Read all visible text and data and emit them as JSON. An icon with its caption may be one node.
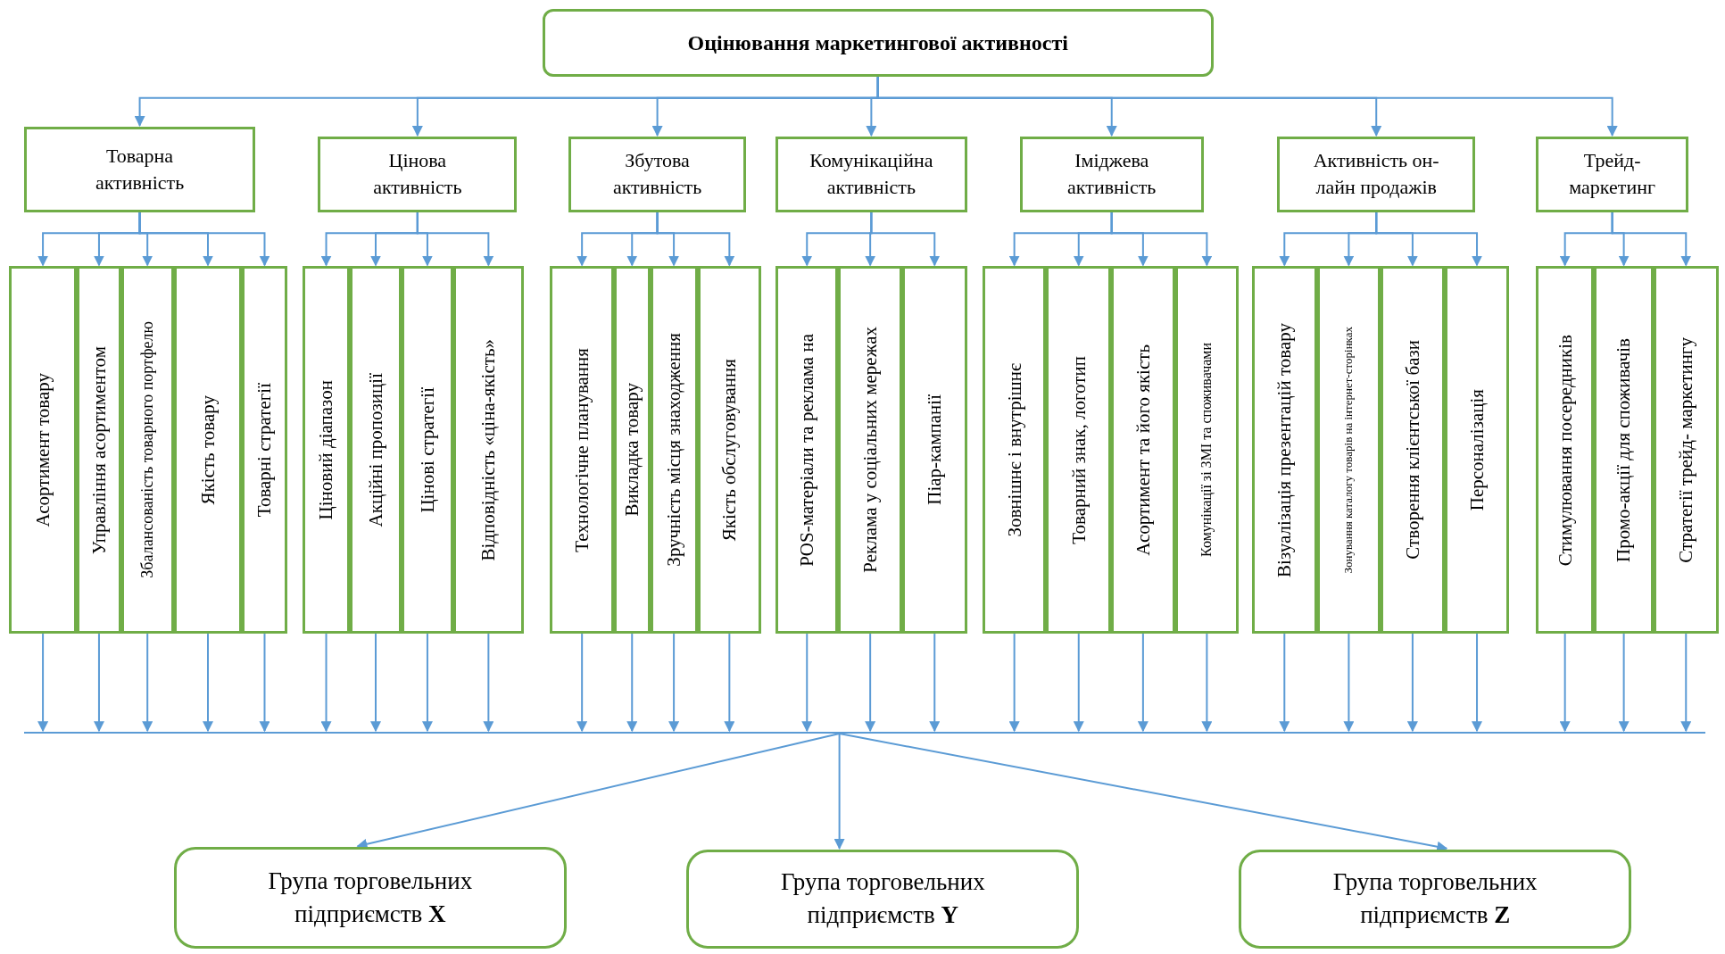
{
  "diagram": {
    "nodes": [
      {
        "text": [
          "Оцінювання маркетингової активності"
        ]
      },
      {
        "text": [
          "Товарна активність"
        ]
      },
      {
        "text": [
          "Цінова активність"
        ]
      },
      {
        "text": [
          "Збутова активність"
        ]
      },
      {
        "text": [
          "Комунікаційна активність"
        ]
      },
      {
        "text": [
          "Іміджева активність"
        ]
      },
      {
        "text": [
          "Активність он-лайн продажів"
        ]
      },
      {
        "text": [
          "Трейд-маркетинг"
        ]
      },
      {
        "text": [
          "Асортимент товару"
        ]
      },
      {
        "text": [
          "Управління асортиментом"
        ]
      },
      {
        "text": [
          "Збалансованість товарного портфелю"
        ]
      },
      {
        "text": [
          "Якість товару"
        ]
      },
      {
        "text": [
          "Товарні стратегії"
        ]
      },
      {
        "text": [
          "Ціновий діапазон"
        ]
      },
      {
        "text": [
          "Акційні пропозиції"
        ]
      },
      {
        "text": [
          "Цінові стратегії"
        ]
      },
      {
        "text": [
          "Відповідність «ціна-якість»"
        ]
      },
      {
        "text": [
          "Технологічне планування"
        ]
      },
      {
        "text": [
          "Викладка товару"
        ]
      },
      {
        "text": [
          "Зручність місця знаходження"
        ]
      },
      {
        "text": [
          "Якість обслуговування"
        ]
      },
      {
        "text": [
          "POS-матеріали та реклама на"
        ]
      },
      {
        "text": [
          "Реклама у соціальних мережах"
        ]
      },
      {
        "text": [
          "Піар-кампанії"
        ]
      },
      {
        "text": [
          "Зовнішнє і внутрішнє"
        ]
      },
      {
        "text": [
          "Товарний знак, логотип"
        ]
      },
      {
        "text": [
          "Асортимент та його якість"
        ]
      },
      {
        "text": [
          "Комунікації зі ЗМІ та споживачами"
        ]
      },
      {
        "text": [
          "Візуалізація презентацій товару"
        ]
      },
      {
        "text": [
          "Зонування каталогу товарів на інтернет-сторінках"
        ]
      },
      {
        "text": [
          "Створення клієнтської бази"
        ]
      },
      {
        "text": [
          "Персоналізація"
        ]
      },
      {
        "text": [
          "Стимулювання посередників"
        ]
      },
      {
        "text": [
          "Промо-акції для споживачів"
        ]
      },
      {
        "text": [
          "Стратегії трейд- маркетингу"
        ]
      },
      {
        "text": [],
        "shape": "bar"
      },
      {
        "text": [
          "Група торговельних підприємств **X**"
        ]
      },
      {
        "text": [
          "Група торговельних підприємств **Y**"
        ]
      },
      {
        "text": [
          "Група торговельних підприємств **Z**"
        ]
      }
    ],
    "edges": [
      {
        "from": 0,
        "to": 1,
        "arrow": "to"
      },
      {
        "from": 0,
        "to": 2,
        "arrow": "to"
      },
      {
        "from": 0,
        "to": 3,
        "arrow": "to"
      },
      {
        "from": 0,
        "to": 4,
        "arrow": "to"
      },
      {
        "from": 0,
        "to": 5,
        "arrow": "to"
      },
      {
        "from": 0,
        "to": 6,
        "arrow": "to"
      },
      {
        "from": 0,
        "to": 7,
        "arrow": "to"
      },
      {
        "from": 1,
        "to": 8,
        "arrow": "to"
      },
      {
        "from": 1,
        "to": 9,
        "arrow": "to"
      },
      {
        "from": 1,
        "to": 10,
        "arrow": "to"
      },
      {
        "from": 1,
        "to": 11,
        "arrow": "to"
      },
      {
        "from": 1,
        "to": 12,
        "arrow": "to"
      },
      {
        "from": 2,
        "to": 13,
        "arrow": "to"
      },
      {
        "from": 2,
        "to": 14,
        "arrow": "to"
      },
      {
        "from": 2,
        "to": 15,
        "arrow": "to"
      },
      {
        "from": 2,
        "to": 16,
        "arrow": "to"
      },
      {
        "from": 3,
        "to": 17,
        "arrow": "to"
      },
      {
        "from": 3,
        "to": 18,
        "arrow": "to"
      },
      {
        "from": 3,
        "to": 19,
        "arrow": "to"
      },
      {
        "from": 3,
        "to": 20,
        "arrow": "to"
      },
      {
        "from": 4,
        "to": 21,
        "arrow": "to"
      },
      {
        "from": 4,
        "to": 22,
        "arrow": "to"
      },
      {
        "from": 4,
        "to": 23,
        "arrow": "to"
      },
      {
        "from": 5,
        "to": 24,
        "arrow": "to"
      },
      {
        "from": 5,
        "to": 25,
        "arrow": "to"
      },
      {
        "from": 5,
        "to": 26,
        "arrow": "to"
      },
      {
        "from": 5,
        "to": 27,
        "arrow": "to"
      },
      {
        "from": 6,
        "to": 28,
        "arrow": "to"
      },
      {
        "from": 6,
        "to": 29,
        "arrow": "to"
      },
      {
        "from": 6,
        "to": 30,
        "arrow": "to"
      },
      {
        "from": 6,
        "to": 31,
        "arrow": "to"
      },
      {
        "from": 7,
        "to": 32,
        "arrow": "to"
      },
      {
        "from": 7,
        "to": 33,
        "arrow": "to"
      },
      {
        "from": 7,
        "to": 34,
        "arrow": "to"
      },
      {
        "from": 8,
        "to": 35,
        "arrow": "to"
      },
      {
        "from": 9,
        "to": 35,
        "arrow": "to"
      },
      {
        "from": 10,
        "to": 35,
        "arrow": "to"
      },
      {
        "from": 11,
        "to": 35,
        "arrow": "to"
      },
      {
        "from": 12,
        "to": 35,
        "arrow": "to"
      },
      {
        "from": 13,
        "to": 35,
        "arrow": "to"
      },
      {
        "from": 14,
        "to": 35,
        "arrow": "to"
      },
      {
        "from": 15,
        "to": 35,
        "arrow": "to"
      },
      {
        "from": 16,
        "to": 35,
        "arrow": "to"
      },
      {
        "from": 17,
        "to": 35,
        "arrow": "to"
      },
      {
        "from": 18,
        "to": 35,
        "arrow": "to"
      },
      {
        "from": 19,
        "to": 35,
        "arrow": "to"
      },
      {
        "from": 20,
        "to": 35,
        "arrow": "to"
      },
      {
        "from": 21,
        "to": 35,
        "arrow": "to"
      },
      {
        "from": 22,
        "to": 35,
        "arrow": "to"
      },
      {
        "from": 23,
        "to": 35,
        "arrow": "to"
      },
      {
        "from": 24,
        "to": 35,
        "arrow": "to"
      },
      {
        "from": 25,
        "to": 35,
        "arrow": "to"
      },
      {
        "from": 26,
        "to": 35,
        "arrow": "to"
      },
      {
        "from": 27,
        "to": 35,
        "arrow": "to"
      },
      {
        "from": 28,
        "to": 35,
        "arrow": "to"
      },
      {
        "from": 29,
        "to": 35,
        "arrow": "to"
      },
      {
        "from": 30,
        "to": 35,
        "arrow": "to"
      },
      {
        "from": 31,
        "to": 35,
        "arrow": "to"
      },
      {
        "from": 32,
        "to": 35,
        "arrow": "to"
      },
      {
        "from": 33,
        "to": 35,
        "arrow": "to"
      },
      {
        "from": 34,
        "to": 35,
        "arrow": "to"
      },
      {
        "from": 35,
        "to": 36,
        "arrow": "to"
      },
      {
        "from": 35,
        "to": 37,
        "arrow": "to"
      },
      {
        "from": 35,
        "to": 38,
        "arrow": "to"
      }
    ]
  }
}
